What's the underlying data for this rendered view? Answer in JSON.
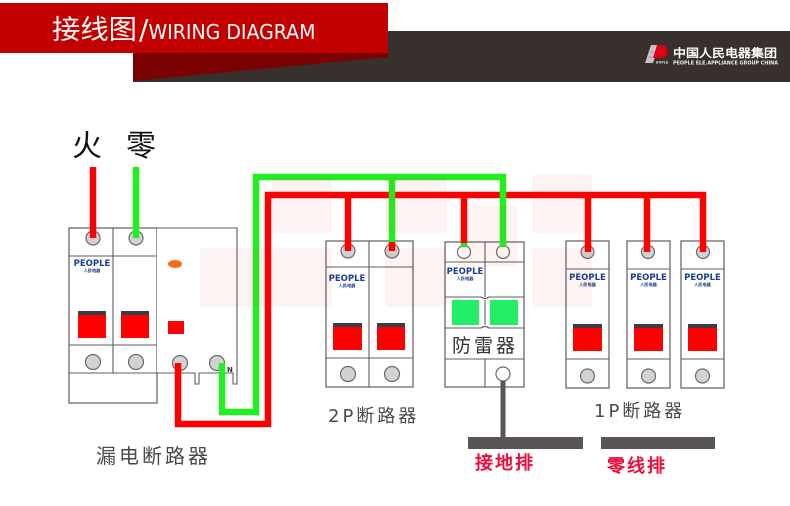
{
  "header": {
    "title_cn": "接线图",
    "title_separator": "/",
    "title_en": "WIRING DIAGRAM",
    "logo": {
      "mark_text": "EOPLE",
      "cn": "中国人民电器集团",
      "en": "PEOPLE ELE.APPLIANCE GROUP CHINA"
    }
  },
  "diagram": {
    "inputs": {
      "live": "火",
      "neutral": "零"
    },
    "brand": {
      "name": "PEOPLE",
      "sub": "人民电器"
    },
    "rcd": {
      "label": "漏电断路器",
      "neutral_terminal": "N"
    },
    "breaker_2p": {
      "label": "2P断路器"
    },
    "surge_protector": {
      "label": "防雷器"
    },
    "breaker_1p": {
      "label": "1P断路器"
    },
    "bus_bars": {
      "ground": "接地排",
      "neutral": "零线排"
    }
  },
  "colors": {
    "brand_red": "#c30000",
    "live_wire": "#ff0000",
    "neutral_wire": "#22ee22",
    "ground_wire": "#5a5555",
    "breaker_handle": "#ff0000",
    "spd_indicator": "#22ee66",
    "brand_text": "#1a3f8f",
    "bus_label": "#e8103a"
  }
}
